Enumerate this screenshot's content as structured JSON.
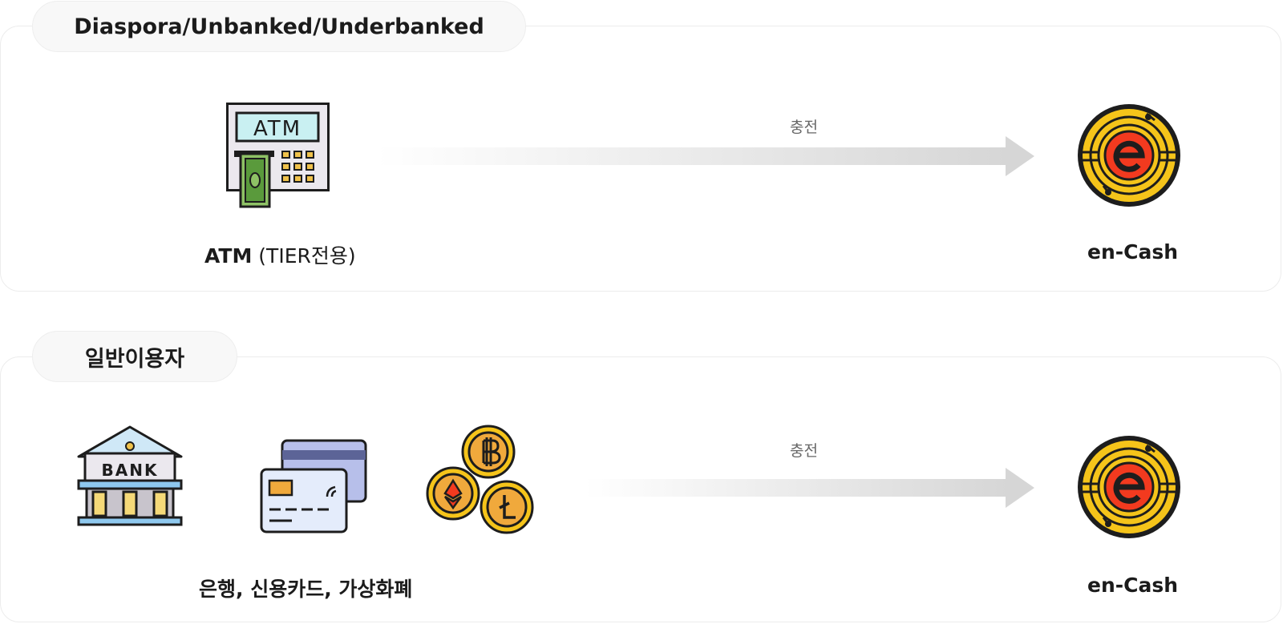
{
  "sections": [
    {
      "title": "Diaspora/Unbanked/Underbanked",
      "source_label_bold": "ATM",
      "source_label_rest": " (TIER전용)",
      "atm_screen_text": "ATM",
      "arrow_label": "충전",
      "target_label": "en-Cash"
    },
    {
      "title": "일반이용자",
      "source_label": "은행, 신용카드, 가상화폐",
      "bank_sign_text": "BANK",
      "arrow_label": "충전",
      "target_label": "en-Cash"
    }
  ],
  "icons": [
    "atm-icon",
    "bank-icon",
    "credit-card-icon",
    "crypto-coins-icon",
    "en-cash-coin-icon",
    "arrow-right-icon"
  ],
  "colors": {
    "coin_gold": "#f5c41a",
    "coin_red": "#f23a1f",
    "arrow_gray": "#d6d6d6",
    "outline": "#1d1d1d"
  }
}
